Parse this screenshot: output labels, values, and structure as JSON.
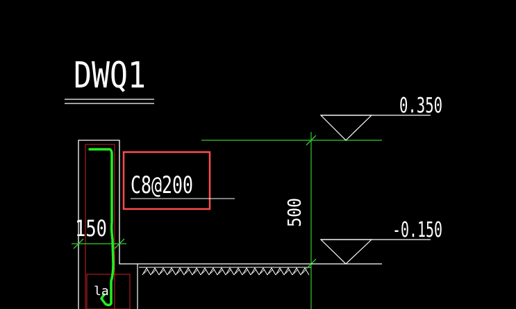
{
  "drawing": {
    "title": "DWQ1",
    "rebar_label": "C8@200",
    "wall_thickness_dim": "150",
    "height_dim": "500",
    "anchor_mark": "la",
    "levels": {
      "top": "0.350",
      "bottom": "-0.150"
    }
  },
  "colors": {
    "background": "#000000",
    "linework": "#ffffff",
    "dimension": "#33cc33",
    "rebar": "#22ee22",
    "wall_outline": "#cc2222",
    "highlight_box": "#ff4d4d"
  }
}
